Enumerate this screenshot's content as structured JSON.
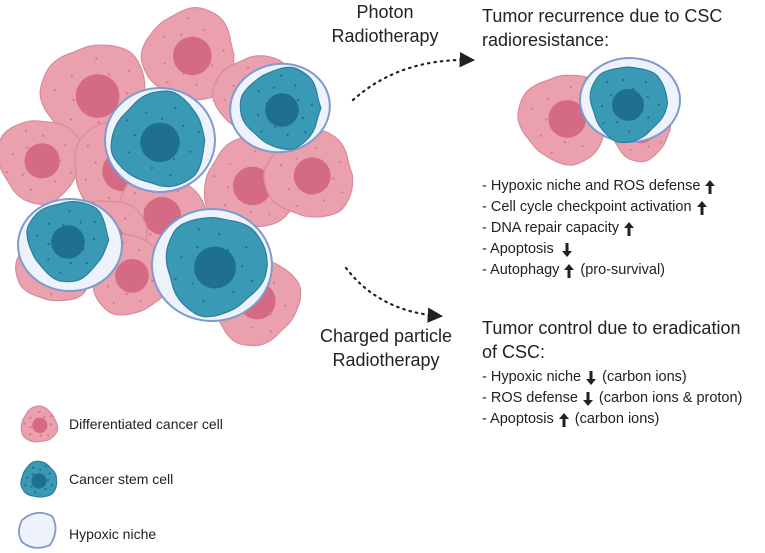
{
  "treatments": {
    "photon": "Photon\nRadiotherapy",
    "charged": "Charged particle\nRadiotherapy"
  },
  "outcome_recurrence": {
    "title": "Tumor recurrence due to CSC\nradioresistance:",
    "items": [
      {
        "text": "- Hypoxic niche and ROS defense",
        "arrow": "up",
        "extra": ""
      },
      {
        "text": "- Cell cycle checkpoint activation",
        "arrow": "up",
        "extra": ""
      },
      {
        "text": "- DNA repair capacity",
        "arrow": "up",
        "extra": ""
      },
      {
        "text": "- Apoptosis",
        "arrow": "down",
        "extra": ""
      },
      {
        "text": "- Autophagy",
        "arrow": "up",
        "extra": "(pro-survival)"
      }
    ]
  },
  "outcome_control": {
    "title": "Tumor control due to eradication\nof CSC:",
    "items": [
      {
        "text": "- Hypoxic niche",
        "arrow": "down",
        "extra": "(carbon ions)"
      },
      {
        "text": "- ROS defense",
        "arrow": "down",
        "extra": "(carbon ions & proton)"
      },
      {
        "text": "- Apoptosis",
        "arrow": "up",
        "extra": "(carbon ions)"
      }
    ]
  },
  "legend": [
    {
      "label": "Differentiated cancer cell",
      "icon": "differentiated-cancer-cell-icon"
    },
    {
      "label": "Cancer stem cell",
      "icon": "cancer-stem-cell-icon"
    },
    {
      "label": "Hypoxic niche",
      "icon": "hypoxic-niche-icon"
    }
  ],
  "colors": {
    "pink_fill": "#eaa0ad",
    "pink_nucleus": "#d46a83",
    "blue_fill": "#3a9ab6",
    "blue_nucleus": "#1f6f93",
    "niche_fill": "#eef3fb",
    "niche_stroke": "#7e9bcf"
  }
}
